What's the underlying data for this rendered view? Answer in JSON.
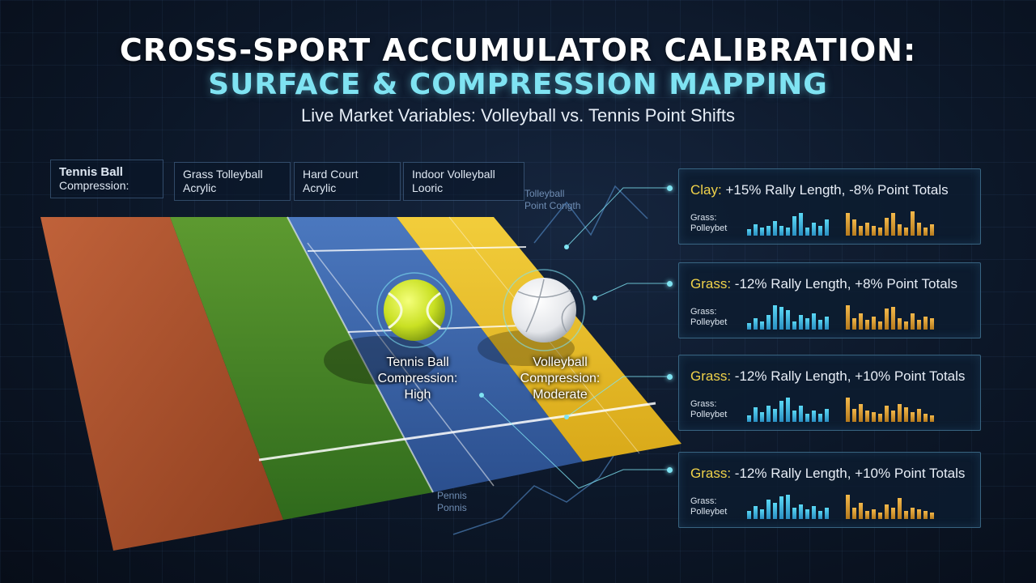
{
  "header": {
    "title": "CROSS-SPORT ACCUMULATOR CALIBRATION:",
    "subtitle": "SURFACE & COMPRESSION MAPPING",
    "tagline": "Live Market Variables: Volleyball vs. Tennis Point Shifts"
  },
  "surface_labels": [
    {
      "line1": "Tennis Ball",
      "line2": "Compression:"
    },
    {
      "line1": "Grass Tolleyball",
      "line2": "Acrylic"
    },
    {
      "line1": "Hard Court",
      "line2": "Acrylic"
    },
    {
      "line1": "Indoor Volleyball",
      "line2": "Looric"
    }
  ],
  "faint_labels": {
    "top_line1": "Tolleyball",
    "top_line2": "Point Congth",
    "bottom_line1": "Pennis",
    "bottom_line2": "Ponnis"
  },
  "balls": {
    "tennis": {
      "line1": "Tennis Ball",
      "line2": "Compression:",
      "line3": "High"
    },
    "volleyball": {
      "line1": "Volleyball",
      "line2": "Compression:",
      "line3": "Moderate"
    }
  },
  "panels": [
    {
      "lead": "Clay:",
      "rest": " +15% Rally Length, -8% Point Totals",
      "sub1": "Grass:",
      "sub2": "Polleybet",
      "bars_a": [
        8,
        14,
        10,
        12,
        18,
        12,
        10,
        24,
        28,
        10,
        16,
        12,
        20
      ],
      "bars_b": [
        28,
        20,
        12,
        16,
        12,
        10,
        22,
        28,
        14,
        10,
        30,
        16,
        10,
        14
      ]
    },
    {
      "lead": "Grass:",
      "rest": " -12% Rally Length, +8% Point Totals",
      "sub1": "Grass:",
      "sub2": "Polleybet",
      "bars_a": [
        8,
        14,
        10,
        18,
        30,
        28,
        24,
        10,
        18,
        14,
        20,
        12,
        16
      ],
      "bars_b": [
        30,
        14,
        20,
        12,
        16,
        10,
        26,
        28,
        14,
        10,
        20,
        12,
        16,
        14
      ]
    },
    {
      "lead": "Grass:",
      "rest": " -12% Rally Length, +10% Point Totals",
      "sub1": "Grass:",
      "sub2": "Polleybet",
      "bars_a": [
        8,
        18,
        12,
        20,
        16,
        26,
        30,
        14,
        20,
        10,
        14,
        10,
        16
      ],
      "bars_b": [
        30,
        16,
        22,
        14,
        12,
        10,
        20,
        14,
        22,
        18,
        12,
        16,
        10,
        8
      ]
    },
    {
      "lead": "Grass:",
      "rest": " -12% Rally Length, +10% Point Totals",
      "sub1": "Grass:",
      "sub2": "Polleybet",
      "bars_a": [
        10,
        16,
        12,
        24,
        20,
        28,
        30,
        14,
        18,
        12,
        16,
        10,
        14
      ],
      "bars_b": [
        30,
        14,
        20,
        10,
        12,
        8,
        18,
        14,
        26,
        10,
        14,
        12,
        10,
        8
      ]
    }
  ],
  "colors": {
    "clay": "#b8552c",
    "grass": "#4f8a2c",
    "hard_court": "#3c66a8",
    "indoor": "#e2bb2c",
    "accent": "#7fe3f2",
    "lead_text": "#f0d24a"
  }
}
